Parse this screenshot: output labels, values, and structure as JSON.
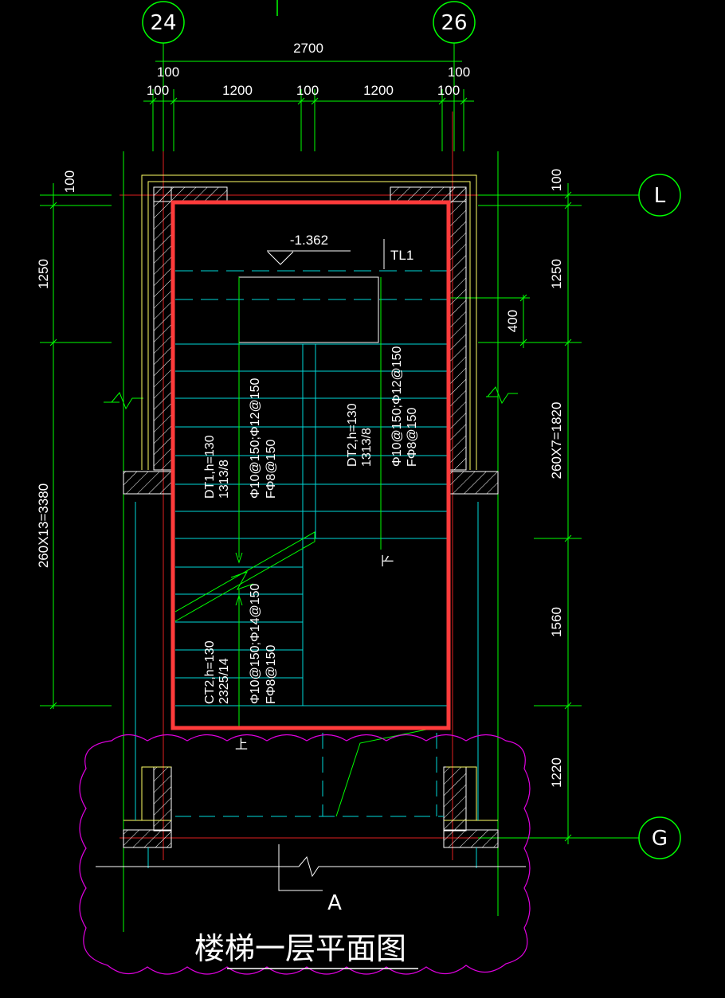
{
  "drawing": {
    "title": "楼梯一层平面图",
    "grids": {
      "left_top": "24",
      "right_top": "26",
      "right_upper": "L",
      "right_lower": "G",
      "bottom": "A"
    },
    "top_dims": {
      "overall": "2700",
      "left_offset": "100",
      "right_offset": "100",
      "segments": [
        "100",
        "1200",
        "100",
        "1200",
        "100"
      ]
    },
    "left_dims": {
      "top": "100",
      "upper": "1250",
      "lower": "260X13=3380"
    },
    "right_dims": {
      "top": "100",
      "upper": "1250",
      "middle": "260X7=1820",
      "lower_mid": "1560",
      "bottom": "1220",
      "side_400": "400"
    },
    "elevation": "-1.362",
    "beam_tag": "TL1",
    "stair_dt1": {
      "line1": "DT1,h=130",
      "line2": "1313/8",
      "line3": "Φ10@150;Φ12@150",
      "line4": "FΦ8@150"
    },
    "stair_dt2": {
      "line1": "DT2,h=130",
      "line2": "1313/8",
      "line3": "Φ10@150;Φ12@150",
      "line4": "FΦ8@150"
    },
    "stair_ct2": {
      "line1": "CT2,h=130",
      "line2": "2325/14",
      "line3": "Φ10@150;Φ14@150",
      "line4": "FΦ8@150"
    },
    "arrow_down": "下",
    "arrow_up": "上"
  },
  "colors": {
    "background": "#000000",
    "dimension": "#00ff00",
    "stair": "#00ffff",
    "wall": "#ffff66",
    "hatch": "#ffffff",
    "cloud": "#ff00ff",
    "axis": "#ff2020",
    "highlight": "#ff3b3b"
  }
}
